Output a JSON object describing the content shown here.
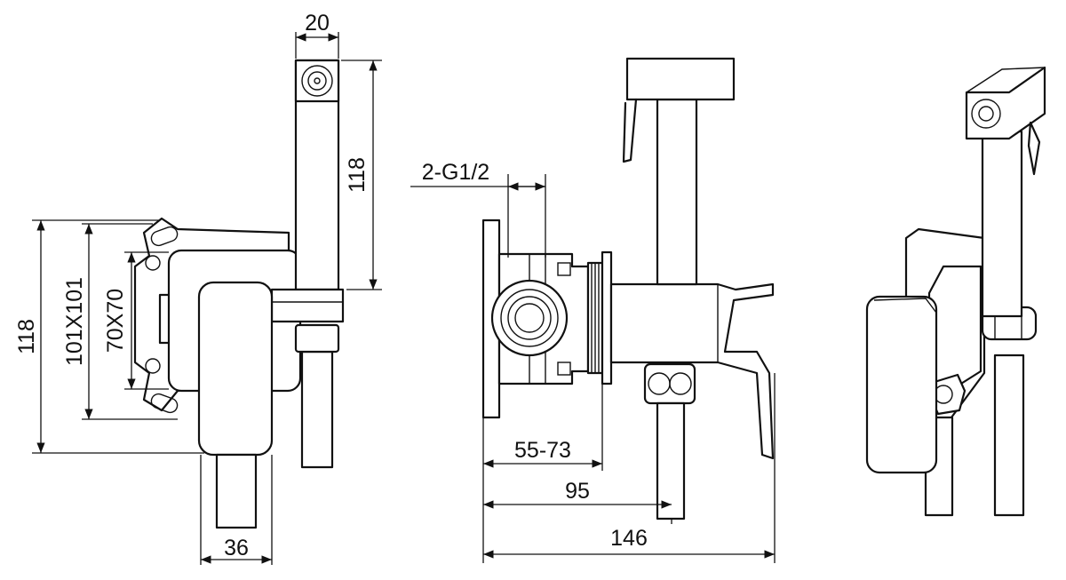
{
  "dimensions": {
    "spray_width": "20",
    "spray_height": "118",
    "box_height": "118",
    "plate_size": "101X101",
    "box_size": "70X70",
    "base_width": "36",
    "thread": "2-G1/2",
    "depth_range": "55-73",
    "depth_outlet": "95",
    "total_depth": "146"
  },
  "colors": {
    "line": "#111111",
    "background": "#ffffff"
  }
}
